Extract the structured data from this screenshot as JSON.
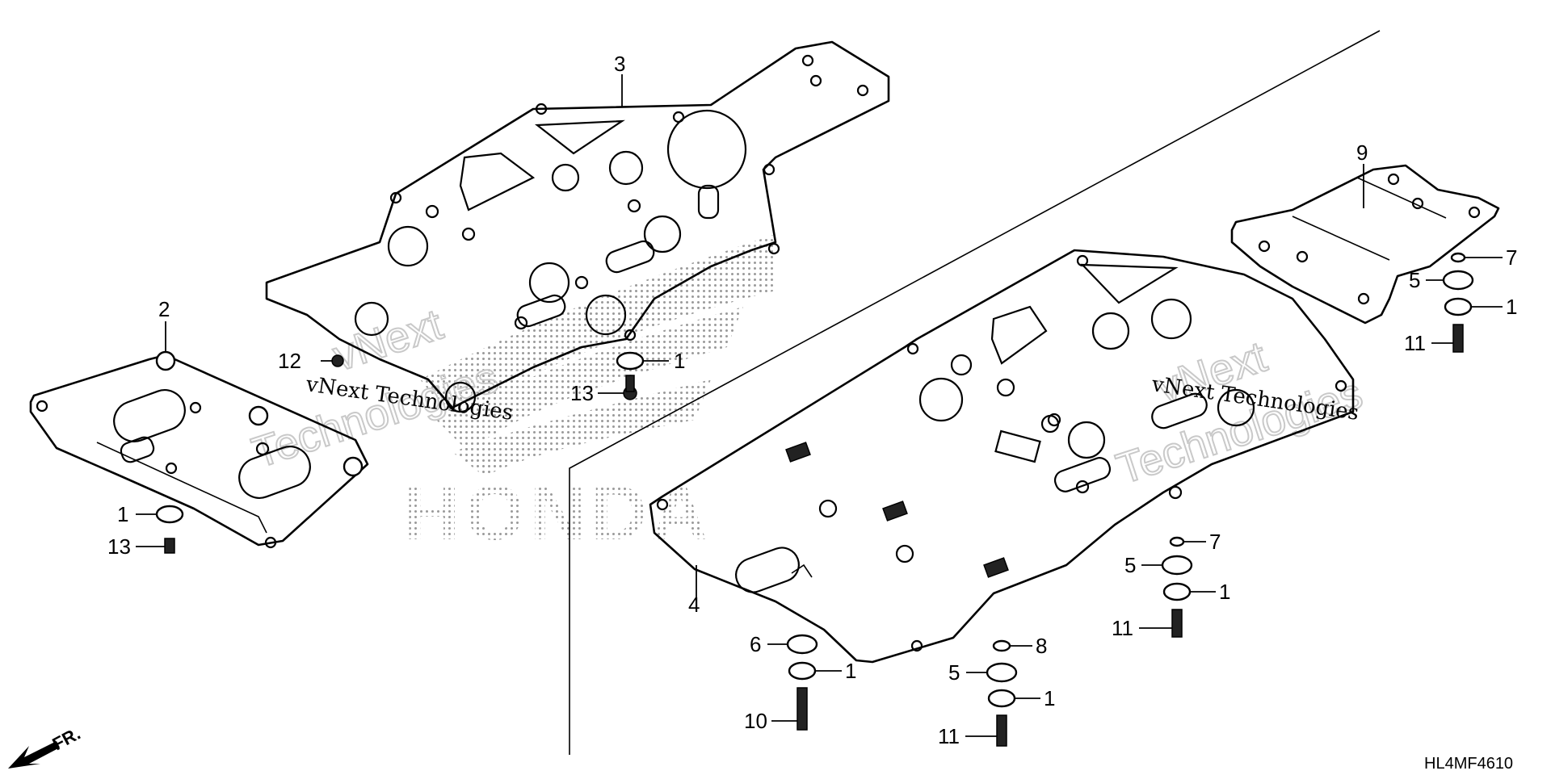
{
  "diagram": {
    "watermarks": {
      "script_text": "vNext Technologies",
      "big_line1": "vNext",
      "big_line2": "Technologies",
      "brand": "HONDA"
    },
    "diagram_code": "HL4MF4610",
    "front_indicator": "FR.",
    "callouts": [
      "1",
      "2",
      "3",
      "4",
      "5",
      "6",
      "7",
      "8",
      "9",
      "10",
      "11",
      "12",
      "13"
    ]
  }
}
